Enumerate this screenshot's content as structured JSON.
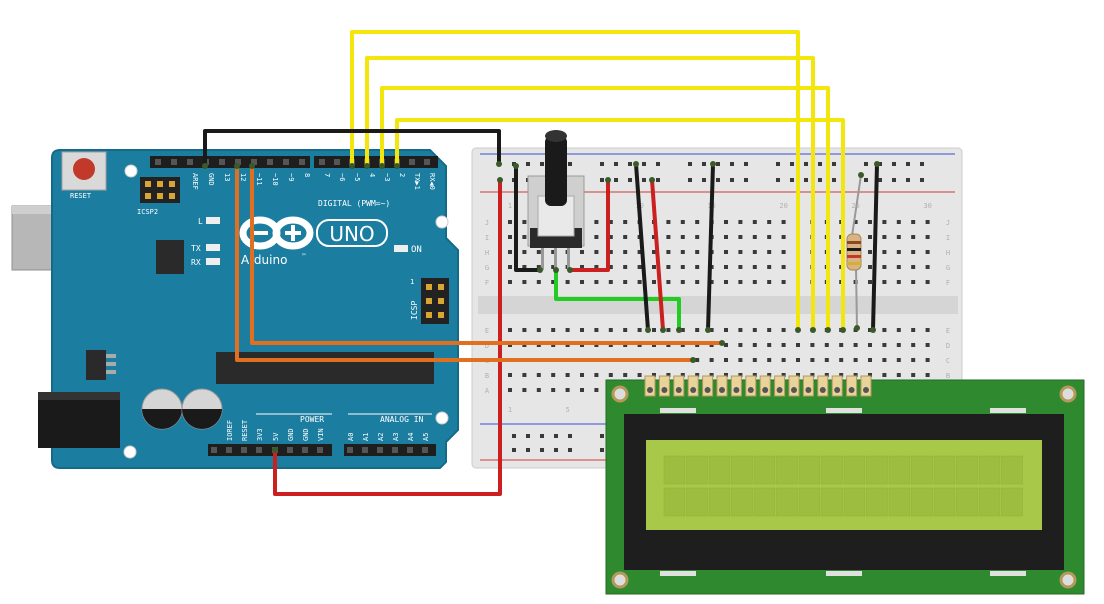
{
  "arduino": {
    "reset_label": "RESET",
    "icsp2_label": "ICSP2",
    "icsp_label": "ICSP",
    "top_header_labels": [
      "AREF",
      "GND",
      "13",
      "12",
      "~11",
      "~10",
      "~9",
      "8"
    ],
    "digital_header_labels": [
      "7",
      "~6",
      "~5",
      "4",
      "~3",
      "2",
      "TX▶1",
      "RX◀0"
    ],
    "digital_label": "DIGITAL (PWM=~)",
    "led_l": "L",
    "led_tx": "TX",
    "led_rx": "RX",
    "on_label": "ON",
    "uno_label": "UNO",
    "brand": "Arduino",
    "tm": "™",
    "power_label": "POWER",
    "power_pins": [
      "IOREF",
      "RESET",
      "3V3",
      "5V",
      "GND",
      "GND",
      "VIN"
    ],
    "analog_label": "ANALOG IN",
    "analog_pins": [
      "A0",
      "A1",
      "A2",
      "A3",
      "A4",
      "A5"
    ],
    "colors": {
      "board": "#1b7ea0",
      "board_dark": "#156a88"
    }
  },
  "breadboard": {
    "column_numbers": [
      "1",
      "5",
      "10",
      "15",
      "20",
      "25",
      "30"
    ],
    "row_letters_top": [
      "J",
      "I",
      "H",
      "G",
      "F"
    ],
    "row_letters_bottom": [
      "E",
      "D",
      "C",
      "B",
      "A"
    ]
  },
  "wires": {
    "colors": {
      "yellow": "#f2e60c",
      "black": "#1a1a1a",
      "red": "#cc1f1f",
      "orange": "#e07020",
      "green": "#22cc22",
      "gray": "#999999"
    }
  },
  "lcd": {
    "colors": {
      "pcb": "#2f8a2f",
      "bezel": "#1e1e1e",
      "screen": "#a8c84a"
    },
    "rows": 2,
    "cols": 16
  }
}
